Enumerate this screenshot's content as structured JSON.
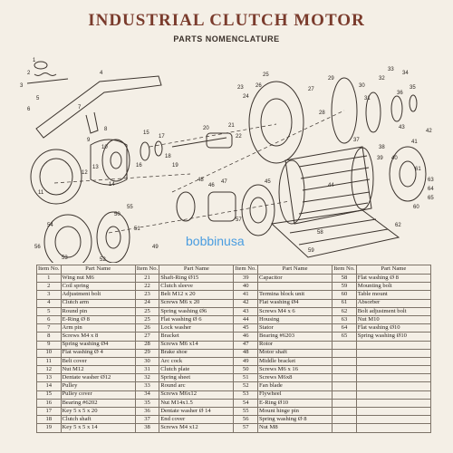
{
  "header": {
    "title": "INDUSTRIAL CLUTCH MOTOR",
    "subtitle": "PARTS NOMENCLATURE"
  },
  "watermark": "bobbinusa",
  "diagram_callouts": [
    "1",
    "2",
    "3",
    "4",
    "5",
    "6",
    "7",
    "8",
    "9",
    "10",
    "11",
    "12",
    "13",
    "14",
    "15",
    "16",
    "17",
    "18",
    "19",
    "20",
    "21",
    "22",
    "23",
    "24",
    "25",
    "26",
    "27",
    "28",
    "29",
    "30",
    "31",
    "32",
    "33",
    "34",
    "35",
    "36",
    "37",
    "38",
    "39",
    "40",
    "41",
    "42",
    "43",
    "44",
    "45",
    "46",
    "47",
    "48",
    "49",
    "50",
    "51",
    "52",
    "53",
    "54",
    "55",
    "56",
    "57",
    "58",
    "59",
    "60",
    "61",
    "62",
    "63",
    "64",
    "65"
  ],
  "table": {
    "headers": [
      "Item No.",
      "Part Name",
      "Item No.",
      "Part Name",
      "Item No.",
      "Part Name",
      "Item No.",
      "Part Name"
    ],
    "rows": [
      [
        "1",
        "Wing nut  M6",
        "21",
        "Shaft-Ring  Ø15",
        "39",
        "Capacitor",
        "58",
        "Flat washing Ø 8"
      ],
      [
        "2",
        "Coil spring",
        "22",
        "Clutch sleeve",
        "40",
        "",
        "59",
        "Mounting bolt"
      ],
      [
        "3",
        "Adjustment bolt",
        "23",
        "Belt  M12 x 20",
        "41",
        "Termina block unit",
        "60",
        "Table mount"
      ],
      [
        "4",
        "Clutch arm",
        "24",
        "Screws  M6 x 20",
        "42",
        "Flat washing  Ø4",
        "61",
        "Absorber"
      ],
      [
        "5",
        "Round pin",
        "25",
        "Spring washing  Ø6",
        "43",
        "Screws  M4 x 6",
        "62",
        "Bolt adjustment bolt"
      ],
      [
        "6",
        "E-Ring Ø 8",
        "25",
        "Flat washing Ø 6",
        "44",
        "Housing",
        "63",
        "Nut  M10"
      ],
      [
        "7",
        "Arm pin",
        "26",
        "Lock washer",
        "45",
        "Stator",
        "64",
        "Flat washing  Ø10"
      ],
      [
        "8",
        "Screws  M4 x 8",
        "27",
        "Bracket",
        "46",
        "Bearing  #6203",
        "65",
        "Spring washing Ø10"
      ],
      [
        "9",
        "Spring washing Ø4",
        "28",
        "Screws  M6 x14",
        "47",
        "Rotor",
        "",
        ""
      ],
      [
        "10",
        "Flat washing  Ø 4",
        "29",
        "Brake shoe",
        "48",
        "Motor shaft",
        "",
        ""
      ],
      [
        "11",
        "Belt cover",
        "30",
        "Arc cock",
        "49",
        "Middle bracket",
        "",
        ""
      ],
      [
        "12",
        "Nut   M12",
        "31",
        "Clutch plate",
        "50",
        "Screws   M6 x 16",
        "",
        ""
      ],
      [
        "13",
        "Dentate washer Ø12",
        "32",
        "Spring sheet",
        "51",
        "Screws   M6x8",
        "",
        ""
      ],
      [
        "14",
        "Pulley",
        "33",
        "Round arc",
        "52",
        "Fan blade",
        "",
        ""
      ],
      [
        "15",
        "Pulley cover",
        "34",
        "Screws  M6x12",
        "53",
        "Flywheel",
        "",
        ""
      ],
      [
        "16",
        "Bearing  #6202",
        "35",
        "Nut  M14x1.5",
        "54",
        "E-Ring  Ø10",
        "",
        ""
      ],
      [
        "17",
        "Key   5 x 5 x 20",
        "36",
        "Dentate washer Ø 14",
        "55",
        "Mount hinge pin",
        "",
        ""
      ],
      [
        "18",
        "Clutch shaft",
        "37",
        "End cover",
        "56",
        "Spring washing Ø 8",
        "",
        ""
      ],
      [
        "19",
        "Key   5 x 5 x 14",
        "38",
        "Screws  M4 x12",
        "57",
        "Nut  M8",
        "",
        ""
      ]
    ]
  }
}
